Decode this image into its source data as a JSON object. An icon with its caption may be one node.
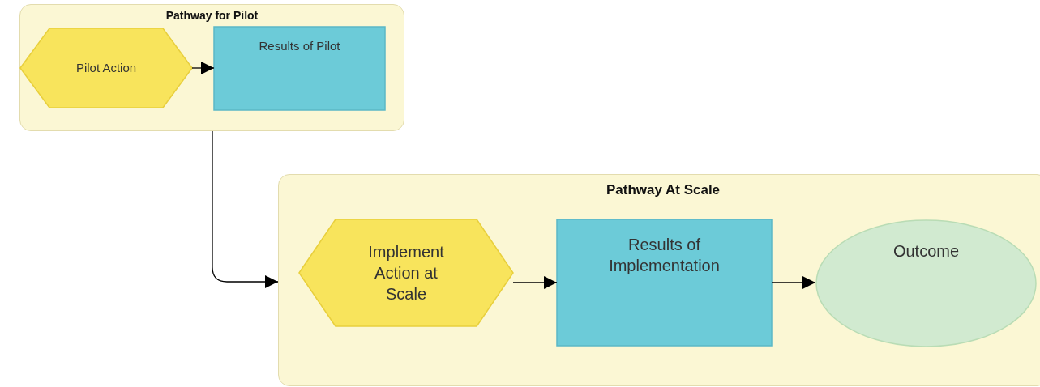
{
  "diagram": {
    "nodes": [
      {
        "text": [
          "Pathway for Pilot"
        ]
      },
      {
        "text": [
          "Pilot Action"
        ],
        "in": 0
      },
      {
        "text": [
          "Results of Pilot"
        ],
        "in": 0
      },
      {
        "text": [
          "Pathway At Scale"
        ]
      },
      {
        "text": [
          "Implement Action at Scale"
        ],
        "in": 3
      },
      {
        "text": [
          "Results of Implementation"
        ],
        "in": 3
      },
      {
        "text": [
          "Outcome"
        ],
        "in": 3
      }
    ],
    "edges": [
      {
        "from": 1,
        "to": 2,
        "arrow": "to"
      },
      {
        "from": 0,
        "to": 3,
        "arrow": "to"
      },
      {
        "from": 4,
        "to": 5,
        "arrow": "to"
      },
      {
        "from": 5,
        "to": 6,
        "arrow": "to"
      }
    ]
  }
}
